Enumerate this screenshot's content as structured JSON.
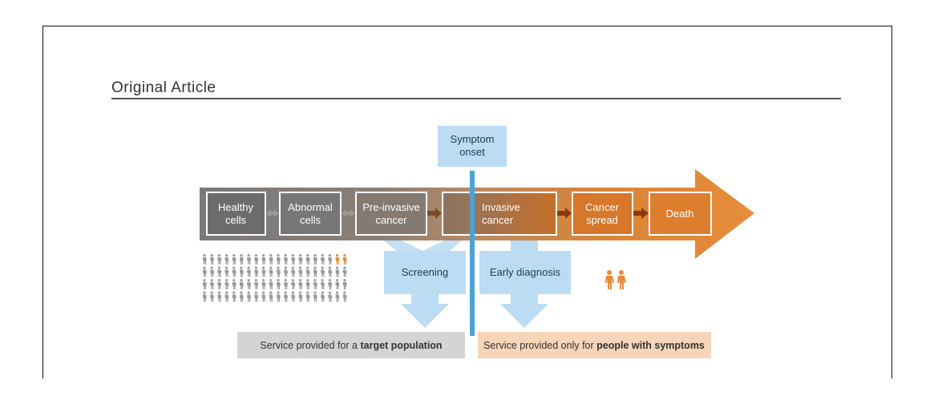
{
  "header": {
    "title": "Original Article"
  },
  "diagram": {
    "symptom_onset": [
      "Symptom",
      "onset"
    ],
    "stages": [
      {
        "lines": [
          "Healthy",
          "cells"
        ]
      },
      {
        "lines": [
          "Abnormal",
          "cells"
        ]
      },
      {
        "lines": [
          "Pre-invasive",
          "cancer"
        ]
      },
      {
        "lines": [
          "Invasive",
          "cancer"
        ]
      },
      {
        "lines": [
          "Cancer",
          "spread"
        ]
      },
      {
        "lines": [
          "Death"
        ]
      }
    ],
    "screening_label": "Screening",
    "early_diagnosis_label": "Early diagnosis",
    "service_left": {
      "prefix": "Service provided for a ",
      "bold": "target population"
    },
    "service_right": {
      "prefix": "Service provided only for ",
      "bold": "people with symptoms"
    },
    "population": {
      "rows": 4,
      "cols": 20,
      "highlighted": 2
    },
    "colors": {
      "grey": "#7b7b7b",
      "orange": "#e58a3a",
      "light_blue": "#bcdcf3",
      "blue_line": "#4aa3d8",
      "grey_band": "#d4d4d4",
      "orange_band": "#f6d5b8"
    }
  }
}
